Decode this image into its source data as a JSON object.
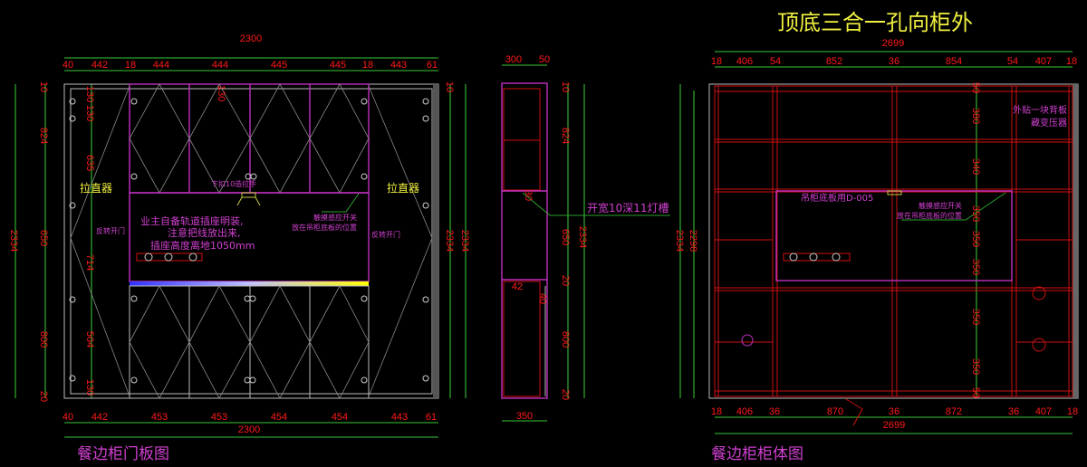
{
  "title": "顶底三合一孔向柜外",
  "door_view": {
    "caption": "餐边柜门板图",
    "overall_width": "2300",
    "top_dims": [
      "40",
      "442",
      "18",
      "444",
      "444",
      "445",
      "445",
      "18",
      "443",
      "61"
    ],
    "bottom_dims": [
      "40",
      "442",
      "453",
      "453",
      "454",
      "454",
      "443",
      "61"
    ],
    "left_dims": [
      "10",
      "824",
      "650",
      "800",
      "20"
    ],
    "overall_height": "2334",
    "inner_dims": [
      "130",
      "130",
      "635",
      "714",
      "504",
      "130"
    ],
    "upper_inner_dim": "130",
    "right_dims": [
      "10",
      "2334",
      "2334"
    ],
    "puller_left": "拉直器",
    "puller_right": "拉直器",
    "reverse_left": "反转开门",
    "reverse_right": "反转开门",
    "handle_note": "下扣10造拉手",
    "socket_note": [
      "业主自备轨道插座明装,",
      "注意把线放出来,",
      "插座高度离地1050mm"
    ],
    "switch_note": [
      "触摸感应开关",
      "放在吊柜底板的位置"
    ]
  },
  "side_view": {
    "top_dims": [
      "300",
      "50"
    ],
    "bottom_dim": "350",
    "light_slot_note": "开宽10深11灯槽",
    "v_dims": [
      "10",
      "824",
      "650",
      "20",
      "800",
      "20"
    ],
    "overall_height": "2334",
    "small_dims": [
      "30",
      "42",
      "40"
    ]
  },
  "body_view": {
    "caption": "餐边柜柜体图",
    "overall_width": "2699",
    "top_dims": [
      "18",
      "406",
      "54",
      "852",
      "36",
      "854",
      "54",
      "407",
      "18"
    ],
    "bottom_dims": [
      "18",
      "406",
      "36",
      "870",
      "36",
      "872",
      "36",
      "407",
      "18"
    ],
    "left_dims": [
      "2334",
      "2298"
    ],
    "shelf_dims": [
      "50",
      "380",
      "340",
      "350",
      "350",
      "350",
      "350",
      "350",
      "50"
    ],
    "backboard_note": [
      "外贴一块背板",
      "藏变压器"
    ],
    "bottom_board_note": "吊柜底板用D-005",
    "switch_note": [
      "触摸感应开关",
      "放在吊柜底板的位置"
    ]
  }
}
